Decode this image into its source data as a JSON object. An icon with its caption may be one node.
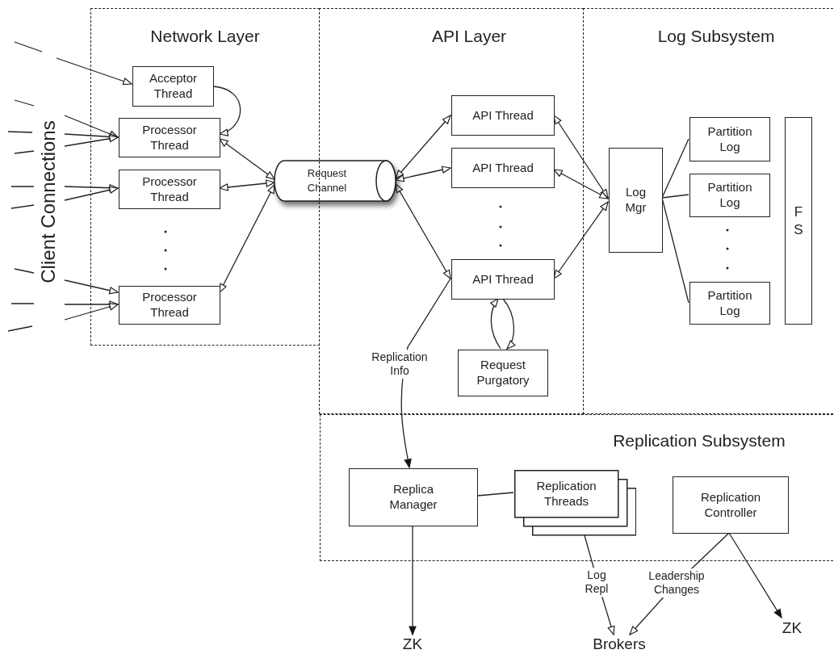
{
  "diagram": {
    "nodes": [
      {
        "text": [
          "Network Layer"
        ]
      },
      {
        "text": [
          "Acceptor Thread"
        ],
        "in": 0
      },
      {
        "text": [
          "Processor Thread"
        ],
        "in": 0
      },
      {
        "text": [
          "Processor Thread"
        ],
        "in": 0
      },
      {
        "text": [
          "Processor Thread"
        ],
        "in": 0
      },
      {
        "text": [
          "Request Channel"
        ]
      },
      {
        "text": [
          "API Layer"
        ]
      },
      {
        "text": [
          "API Thread"
        ],
        "in": 6
      },
      {
        "text": [
          "API Thread"
        ],
        "in": 6
      },
      {
        "text": [
          "API Thread"
        ],
        "in": 6
      },
      {
        "text": [
          "Request Purgatory"
        ],
        "in": 6
      },
      {
        "text": [
          "Log Subsystem"
        ]
      },
      {
        "text": [
          "Log Mgr"
        ],
        "in": 11
      },
      {
        "text": [
          "Partition Log"
        ],
        "in": 11
      },
      {
        "text": [
          "Partition Log"
        ],
        "in": 11
      },
      {
        "text": [
          "Partition Log"
        ],
        "in": 11
      },
      {
        "text": [
          "F S"
        ],
        "in": 11
      },
      {
        "text": [
          "Replication Subsystem"
        ]
      },
      {
        "text": [
          "Replica Manager"
        ],
        "in": 17
      },
      {
        "text": [
          "Replication Threads"
        ],
        "in": 17
      },
      {
        "text": [
          "Replication Controller"
        ],
        "in": 17
      },
      {
        "text": [
          "ZK"
        ]
      },
      {
        "text": [
          "Brokers"
        ]
      },
      {
        "text": [
          "ZK"
        ]
      }
    ],
    "edges": [
      {
        "from": null,
        "to": 1,
        "arrow": "to"
      },
      {
        "from": null,
        "to": 2,
        "arrow": "to"
      },
      {
        "from": null,
        "to": 2,
        "arrow": "to"
      },
      {
        "from": null,
        "to": 2,
        "arrow": "to"
      },
      {
        "from": null,
        "to": 3,
        "arrow": "to"
      },
      {
        "from": null,
        "to": 3,
        "arrow": "to"
      },
      {
        "from": null,
        "to": 4,
        "arrow": "to"
      },
      {
        "from": null,
        "to": 4,
        "arrow": "to"
      },
      {
        "from": null,
        "to": 4,
        "arrow": "to"
      },
      {
        "from": 1,
        "to": 2,
        "arrow": "to"
      },
      {
        "from": 2,
        "to": 5,
        "arrow": "both"
      },
      {
        "from": 3,
        "to": 5,
        "arrow": "both"
      },
      {
        "from": 4,
        "to": 5,
        "arrow": "both"
      },
      {
        "from": 5,
        "to": 7,
        "arrow": "both"
      },
      {
        "from": 5,
        "to": 8,
        "arrow": "both"
      },
      {
        "from": 5,
        "to": 9,
        "arrow": "both"
      },
      {
        "from": 7,
        "to": 12,
        "arrow": "both"
      },
      {
        "from": 8,
        "to": 12,
        "arrow": "both"
      },
      {
        "from": 9,
        "to": 12,
        "arrow": "both"
      },
      {
        "from": 12,
        "to": 13,
        "arrow": "none"
      },
      {
        "from": 12,
        "to": 14,
        "arrow": "none"
      },
      {
        "from": 12,
        "to": 15,
        "arrow": "none"
      },
      {
        "from": 10,
        "to": 9,
        "arrow": "to"
      },
      {
        "from": 9,
        "to": 10,
        "arrow": "to"
      },
      {
        "from": 9,
        "to": 18,
        "arrow": "to",
        "label": "Replication Info"
      },
      {
        "from": 18,
        "to": 19,
        "arrow": "none"
      },
      {
        "from": 18,
        "to": 21,
        "arrow": "to"
      },
      {
        "from": 19,
        "to": 22,
        "arrow": "to",
        "label": "Log Repl"
      },
      {
        "from": 20,
        "to": 22,
        "arrow": "to",
        "label": "Leadership Changes"
      },
      {
        "from": 20,
        "to": 23,
        "arrow": "to"
      }
    ],
    "labels": [
      "Client Connections"
    ]
  }
}
